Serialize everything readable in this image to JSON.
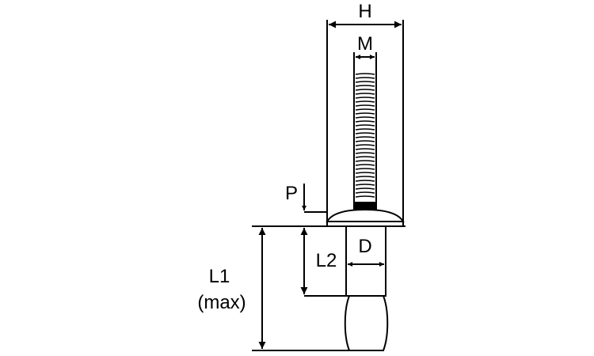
{
  "diagram": {
    "labels": {
      "H": "H",
      "M": "M",
      "P": "P",
      "D": "D",
      "L2": "L2",
      "L1": "L1",
      "L1_note": "(max)"
    }
  }
}
